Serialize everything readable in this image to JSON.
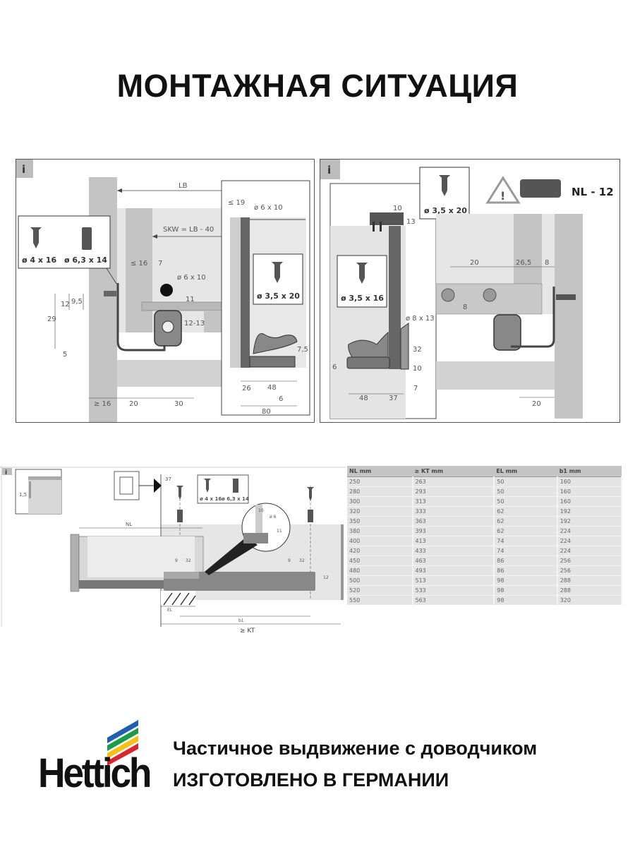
{
  "title": "МОНТАЖНАЯ СИТУАЦИЯ",
  "panel1": {
    "info": "i",
    "LB": "LB",
    "SKW": "SKW = LB - 40",
    "screw_a": "ø 4 x 16",
    "screw_b": "ø 6,3 x 14",
    "le16": "≤ 16",
    "d7": "7",
    "dowel": "ø 6 x 10",
    "d29": "29",
    "d12": "12",
    "d95": "9,5",
    "d5": "5",
    "d11": "11",
    "d1213": "12-13",
    "ge16": "≥ 16",
    "d20": "20",
    "d30": "30",
    "le19": "≤ 19",
    "dowel2": "ø 6 x 10",
    "screw_c": "ø 3,5 x 20",
    "d75": "7,5",
    "d26": "26",
    "d48": "48",
    "d6": "6",
    "d80": "80"
  },
  "panel2": {
    "info": "i",
    "screw_top": "ø 3,5 x 20",
    "screw_left": "ø 3,5 x 16",
    "nl": "NL - 12",
    "d10a": "10",
    "d13": "13",
    "d813": "ø 8 x 13",
    "d32": "32",
    "d10b": "10",
    "d6": "6",
    "d48": "48",
    "d37": "37",
    "d7": "7",
    "d20a": "20",
    "d265": "26,5",
    "d8a": "8",
    "d8b": "8",
    "d20b": "20"
  },
  "bottom": {
    "info": "i",
    "d15": "1,5",
    "d37": "37",
    "screw_a": "ø 4 x 16",
    "screw_b": "ø 6,3 x 14",
    "NL": "NL",
    "d9a": "9",
    "d32a": "32",
    "d9b": "9",
    "d32b": "32",
    "d12": "12",
    "d10": "10",
    "d6": "ø 6",
    "d11": "11",
    "EL": "EL",
    "b1": "b1",
    "KT": "≥ KT"
  },
  "table": {
    "headers": [
      "NL mm",
      "≥ KT mm",
      "EL mm",
      "b1 mm"
    ],
    "rows": [
      [
        "250",
        "263",
        "50",
        "160"
      ],
      [
        "280",
        "293",
        "50",
        "160"
      ],
      [
        "300",
        "313",
        "50",
        "160"
      ],
      [
        "320",
        "333",
        "62",
        "192"
      ],
      [
        "350",
        "363",
        "62",
        "192"
      ],
      [
        "380",
        "393",
        "62",
        "224"
      ],
      [
        "400",
        "413",
        "74",
        "224"
      ],
      [
        "420",
        "433",
        "74",
        "224"
      ],
      [
        "450",
        "463",
        "86",
        "256"
      ],
      [
        "480",
        "493",
        "86",
        "256"
      ],
      [
        "500",
        "513",
        "98",
        "288"
      ],
      [
        "520",
        "533",
        "98",
        "288"
      ],
      [
        "550",
        "563",
        "98",
        "320"
      ]
    ]
  },
  "brand": {
    "logo_text": "Hettich",
    "stripe_colors": [
      "#1f5fae",
      "#1e9a4a",
      "#f4c11a",
      "#d7262e"
    ]
  },
  "tagline": {
    "line1": "Частичное выдвижение с доводчиком",
    "line2": "ИЗГОТОВЛЕНО В ГЕРМАНИИ"
  }
}
